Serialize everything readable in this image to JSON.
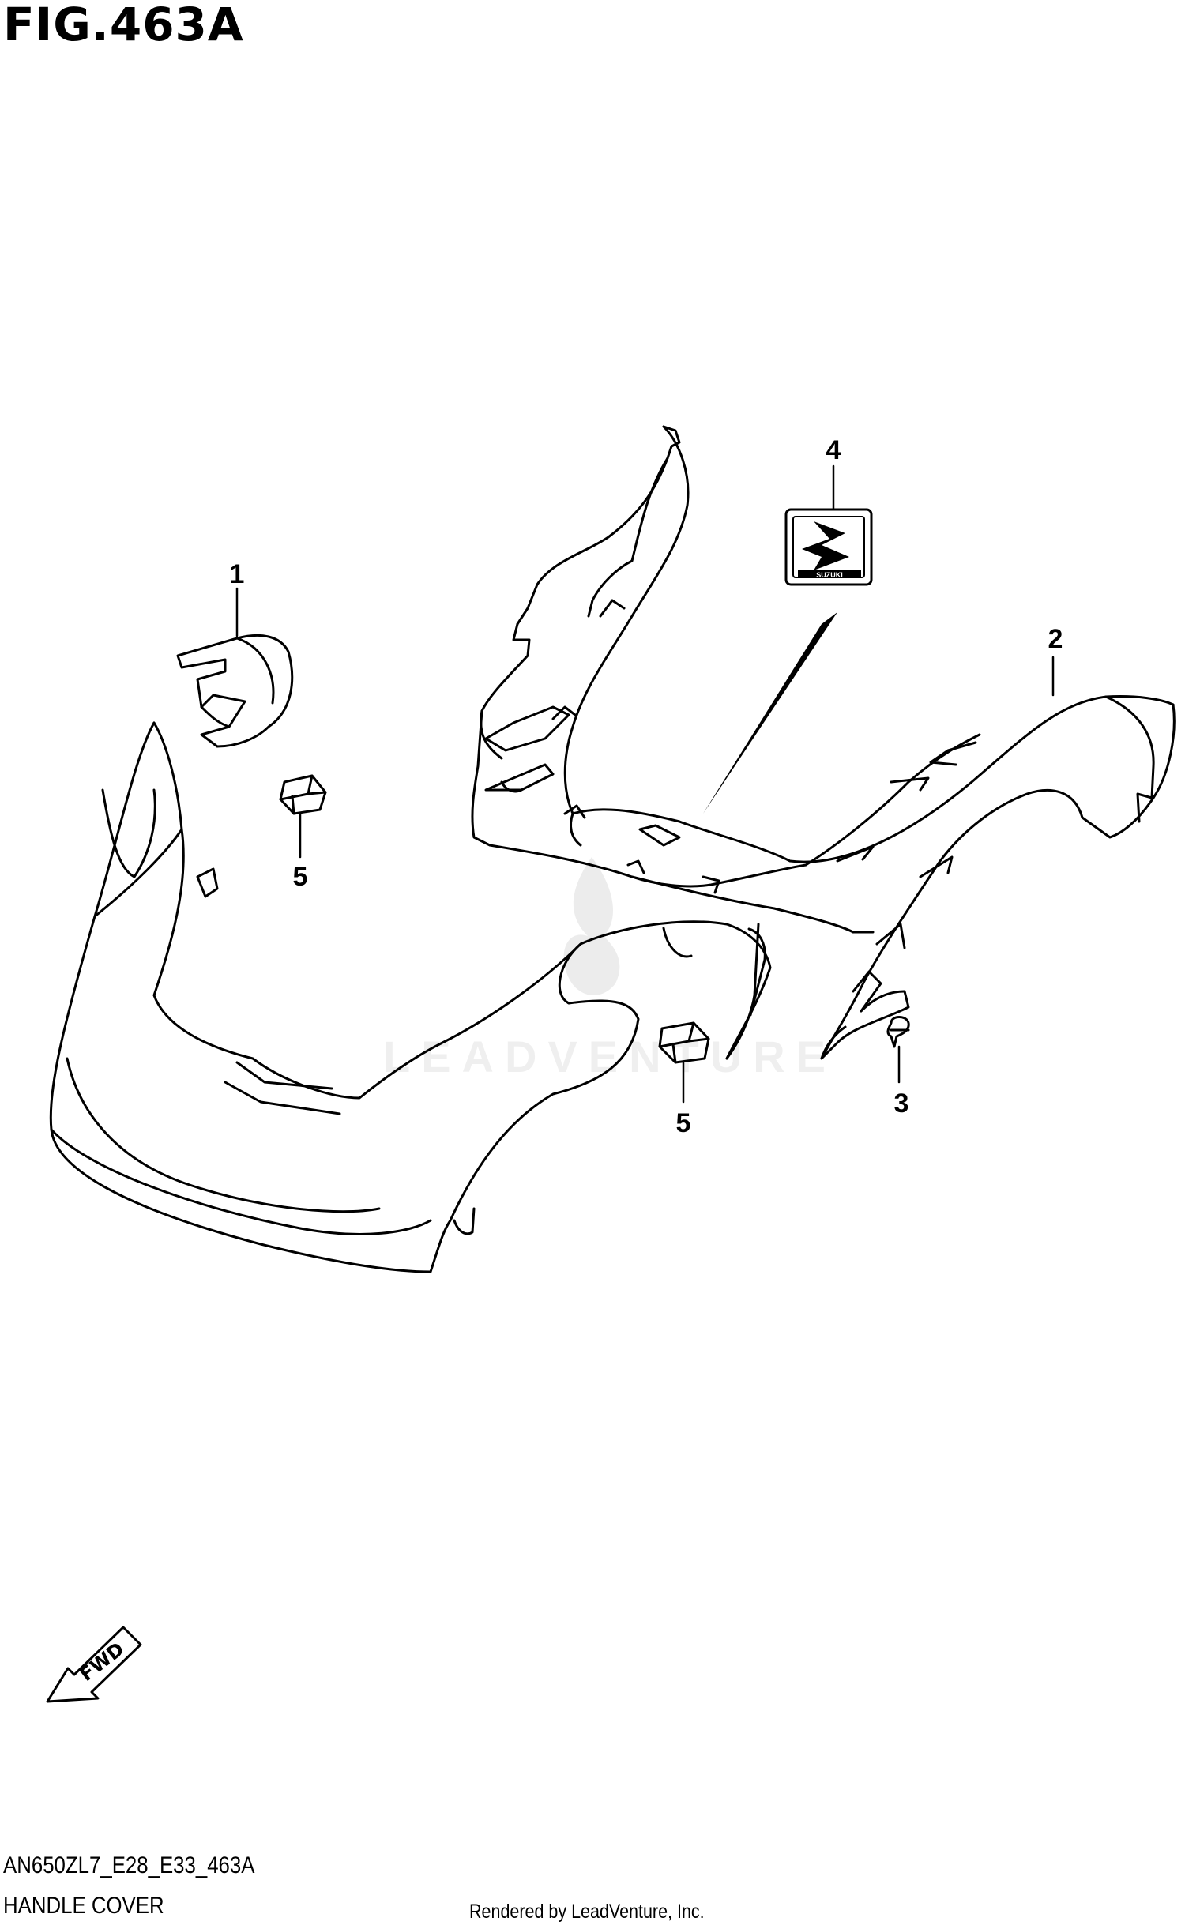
{
  "figure": {
    "title": "FIG.463A",
    "drawing_code": "AN650ZL7_E28_E33_463A",
    "section_name": "HANDLE COVER"
  },
  "callouts": [
    {
      "id": "1",
      "label": "1"
    },
    {
      "id": "2",
      "label": "2"
    },
    {
      "id": "3",
      "label": "3"
    },
    {
      "id": "4",
      "label": "4"
    },
    {
      "id": "5a",
      "label": "5"
    },
    {
      "id": "5b",
      "label": "5"
    }
  ],
  "direction_indicator": {
    "label": "FWD",
    "icon": "fwd-arrow-icon"
  },
  "emblem": {
    "text": "SUZUKI"
  },
  "watermark": {
    "text": "LEADVENTURE"
  },
  "credit": "Rendered by LeadVenture, Inc.",
  "colors": {
    "line": "#000000",
    "background": "#ffffff"
  }
}
